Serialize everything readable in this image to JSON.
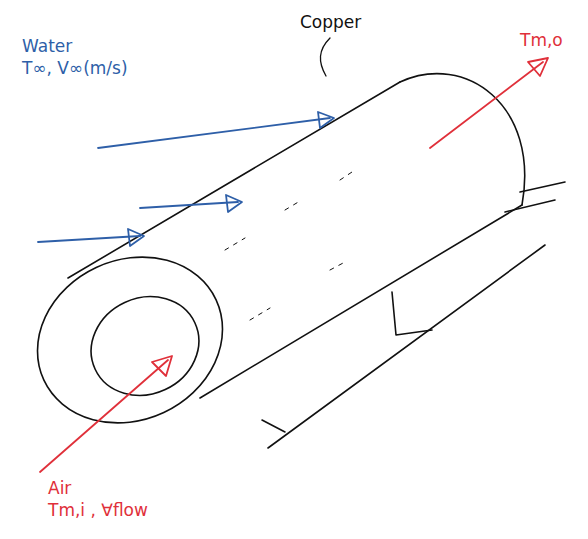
{
  "diagram": {
    "labels": [
      "Copper",
      "Water",
      "T∞, V∞(m/s)",
      "Tm,o",
      "Air",
      "Tm,i , ∀flow"
    ]
  }
}
